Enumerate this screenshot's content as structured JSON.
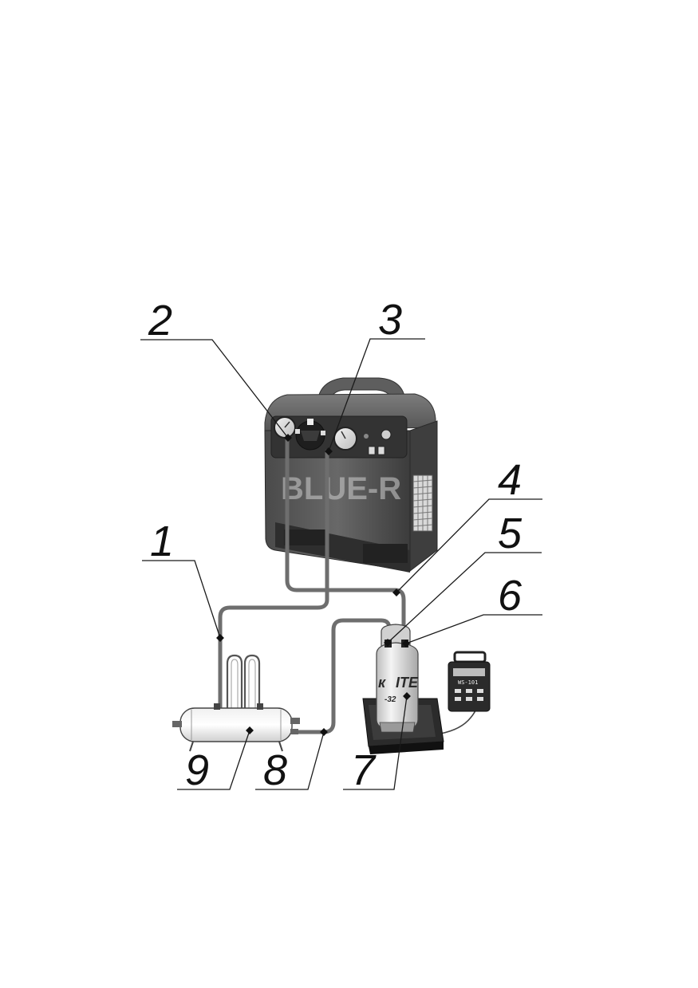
{
  "diagram": {
    "callouts": [
      {
        "id": "1",
        "label": "1"
      },
      {
        "id": "2",
        "label": "2"
      },
      {
        "id": "3",
        "label": "3"
      },
      {
        "id": "4",
        "label": "4"
      },
      {
        "id": "5",
        "label": "5"
      },
      {
        "id": "6",
        "label": "6"
      },
      {
        "id": "7",
        "label": "7"
      },
      {
        "id": "8",
        "label": "8"
      },
      {
        "id": "9",
        "label": "9"
      }
    ],
    "unit_brand": "BLUE-R",
    "cylinder_text": "ITE",
    "cylinder_text_left": "к",
    "cylinder_code": "-32",
    "scale_display": "WS-101",
    "colors": {
      "unit_body": "#5a5a5a",
      "hose": "#6e6e6e",
      "ink": "#111111"
    }
  }
}
